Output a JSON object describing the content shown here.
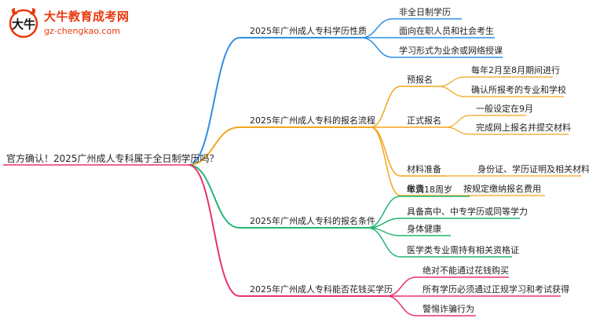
{
  "brand": {
    "name": "大牛教育成考网",
    "url": "gz-chengkao.com",
    "accent": "#e8380d"
  },
  "root": "官方确认！2025广州成人专科属于全日制学历吗？",
  "branches": [
    {
      "label": "2025年广州成人专科学历性质",
      "color": "#2f8fe6",
      "children": [
        {
          "label": "非全日制学历"
        },
        {
          "label": "面向在职人员和社会考生"
        },
        {
          "label": "学习形式为业余或网络授课"
        }
      ]
    },
    {
      "label": "2025年广州成人专科的报名流程",
      "color": "#f2a51c",
      "children": [
        {
          "label": "预报名",
          "children": [
            {
              "label": "每年2月至8月期间进行"
            },
            {
              "label": "确认所报考的专业和学校"
            }
          ]
        },
        {
          "label": "正式报名",
          "children": [
            {
              "label": "一般设定在9月"
            },
            {
              "label": "完成网上报名并提交材料"
            }
          ]
        },
        {
          "label": "材料准备",
          "children": [
            {
              "label": "身份证、学历证明及相关材料"
            }
          ]
        },
        {
          "label": "缴费",
          "children": [
            {
              "label": "按规定缴纳报名费用"
            }
          ]
        }
      ]
    },
    {
      "label": "2025年广州成人专科的报名条件",
      "color": "#22b573",
      "children": [
        {
          "label": "年满18周岁"
        },
        {
          "label": "具备高中、中专学历或同等学力"
        },
        {
          "label": "身体健康"
        },
        {
          "label": "医学类专业需持有相关资格证"
        }
      ]
    },
    {
      "label": "2025年广州成人专科能否花钱买学历",
      "color": "#e8336d",
      "children": [
        {
          "label": "绝对不能通过花钱购买"
        },
        {
          "label": "所有学历必须通过正规学习和考试获得"
        },
        {
          "label": "警惕诈骗行为"
        }
      ]
    }
  ]
}
